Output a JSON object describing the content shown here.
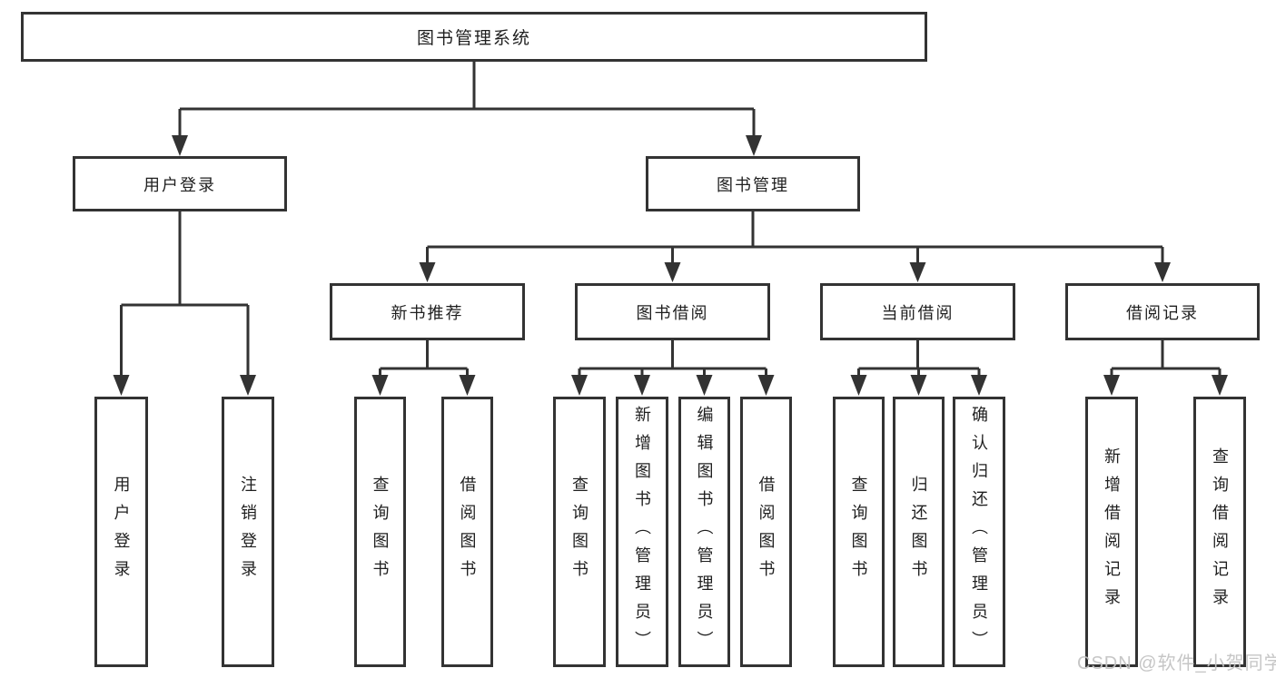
{
  "tree": {
    "root": {
      "label": "图书管理系统"
    },
    "branches": [
      {
        "label": "用户登录",
        "children": [
          {
            "label": "用户登录"
          },
          {
            "label": "注销登录"
          }
        ]
      },
      {
        "label": "图书管理",
        "children": [
          {
            "label": "新书推荐",
            "children": [
              {
                "label": "查询图书"
              },
              {
                "label": "借阅图书"
              }
            ]
          },
          {
            "label": "图书借阅",
            "children": [
              {
                "label": "查询图书"
              },
              {
                "label": "新增图书（管理员）"
              },
              {
                "label": "编辑图书（管理员）"
              },
              {
                "label": "借阅图书"
              }
            ]
          },
          {
            "label": "当前借阅",
            "children": [
              {
                "label": "查询图书"
              },
              {
                "label": "归还图书"
              },
              {
                "label": "确认归还（管理员）"
              }
            ]
          },
          {
            "label": "借阅记录",
            "children": [
              {
                "label": "新增借阅记录"
              },
              {
                "label": "查询借阅记录"
              }
            ]
          }
        ]
      }
    ]
  },
  "watermark": {
    "text": "CSDN @软件_小贺同学"
  },
  "colors": {
    "line": "#333333",
    "text": "#1f1f1f",
    "watermark": "#c3c3c3",
    "background": "#ffffff"
  }
}
